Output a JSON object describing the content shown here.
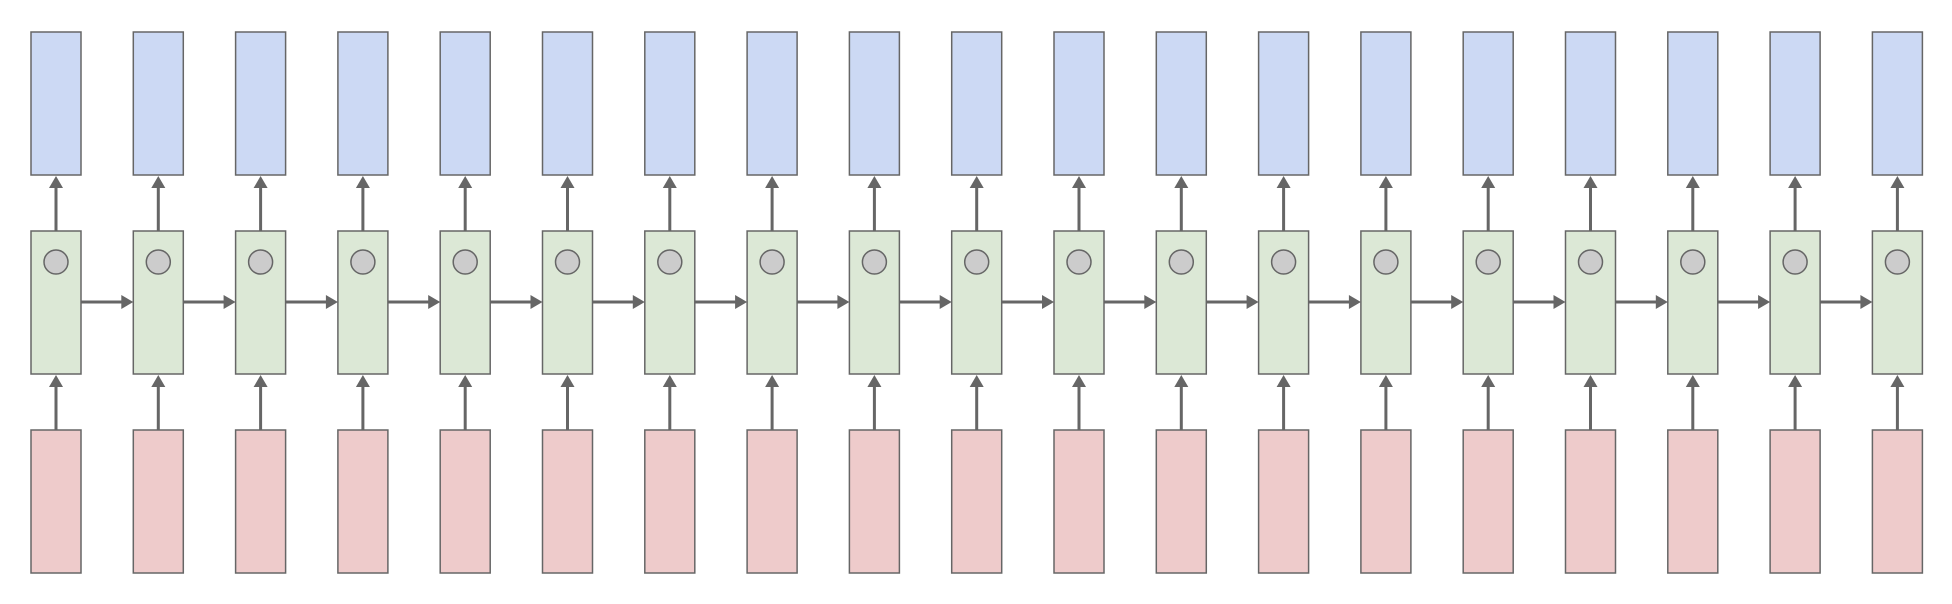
{
  "diagram": {
    "type": "unrolled-rnn",
    "steps": 19,
    "rows": [
      "output",
      "hidden",
      "input"
    ],
    "colors": {
      "output_fill": "#ccd9f4",
      "hidden_fill": "#dce8d6",
      "input_fill": "#eecbcb",
      "stroke": "#666666",
      "arrow": "#666666",
      "node_fill": "#cccccc"
    }
  }
}
